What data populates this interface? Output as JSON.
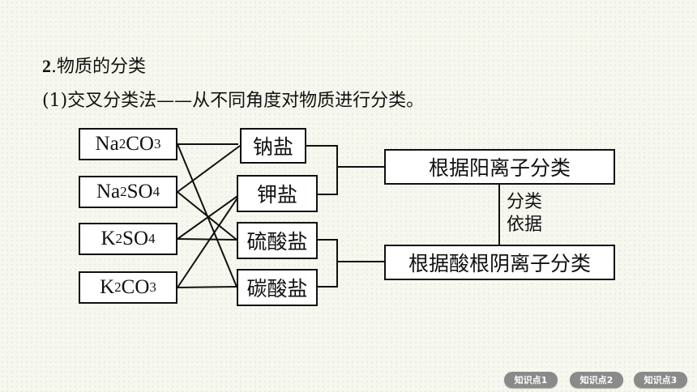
{
  "section_number": "2",
  "section_title": ".物质的分类",
  "subtitle": "(1)交叉分类法——从不同角度对物质进行分类。",
  "compounds": [
    {
      "base": "Na",
      "sub1": "2",
      "mid": "CO",
      "sub2": "3"
    },
    {
      "base": "Na",
      "sub1": "2",
      "mid": "SO",
      "sub2": "4"
    },
    {
      "base": "K",
      "sub1": "2",
      "mid": "SO",
      "sub2": "4"
    },
    {
      "base": "K",
      "sub1": "2",
      "mid": "CO",
      "sub2": "3"
    }
  ],
  "salts": [
    "钠盐",
    "钾盐",
    "硫酸盐",
    "碳酸盐"
  ],
  "criteria": [
    "根据阳离子分类",
    "根据酸根阴离子分类"
  ],
  "basis_label": [
    "分类",
    "依据"
  ],
  "nav": [
    "知识点1",
    "知识点2",
    "知识点3"
  ]
}
